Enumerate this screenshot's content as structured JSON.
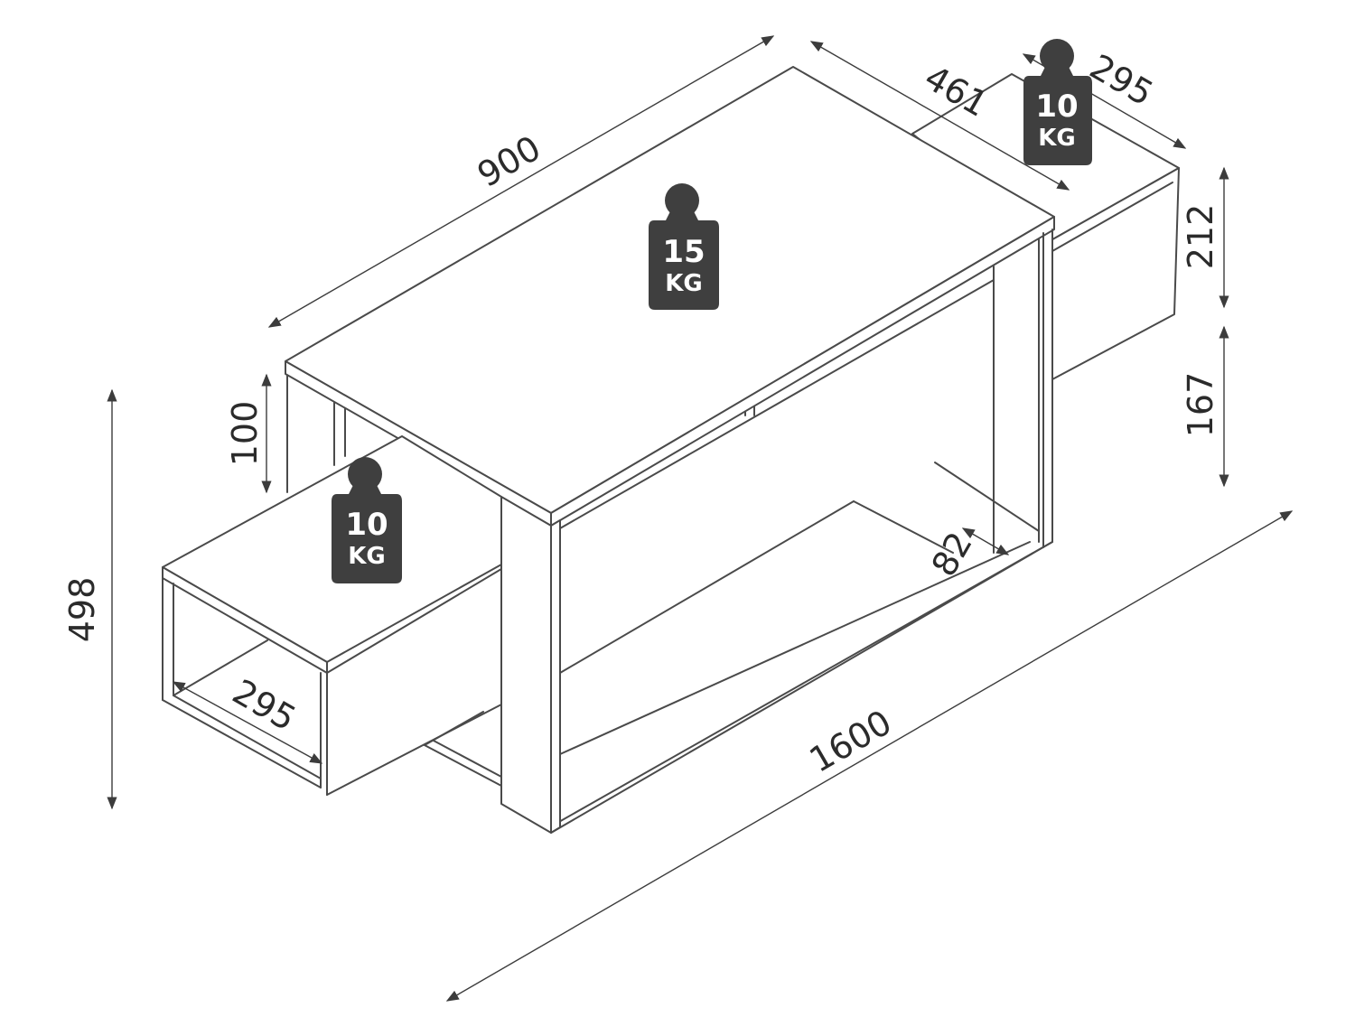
{
  "dimensions": {
    "top_length": "900",
    "top_depth": "461",
    "right_shelf_depth": "295",
    "right_shelf_height": "212",
    "right_shelf_offset": "167",
    "left_height_top": "100",
    "total_height": "498",
    "left_shelf_depth": "295",
    "total_length": "1600",
    "panel_thickness": "82"
  },
  "weights": {
    "top_value": "15",
    "top_unit": "KG",
    "left_value": "10",
    "left_unit": "KG",
    "right_value": "10",
    "right_unit": "KG"
  },
  "colors": {
    "line": "#4a4a4a",
    "weight_badge": "#3f3f3f"
  }
}
